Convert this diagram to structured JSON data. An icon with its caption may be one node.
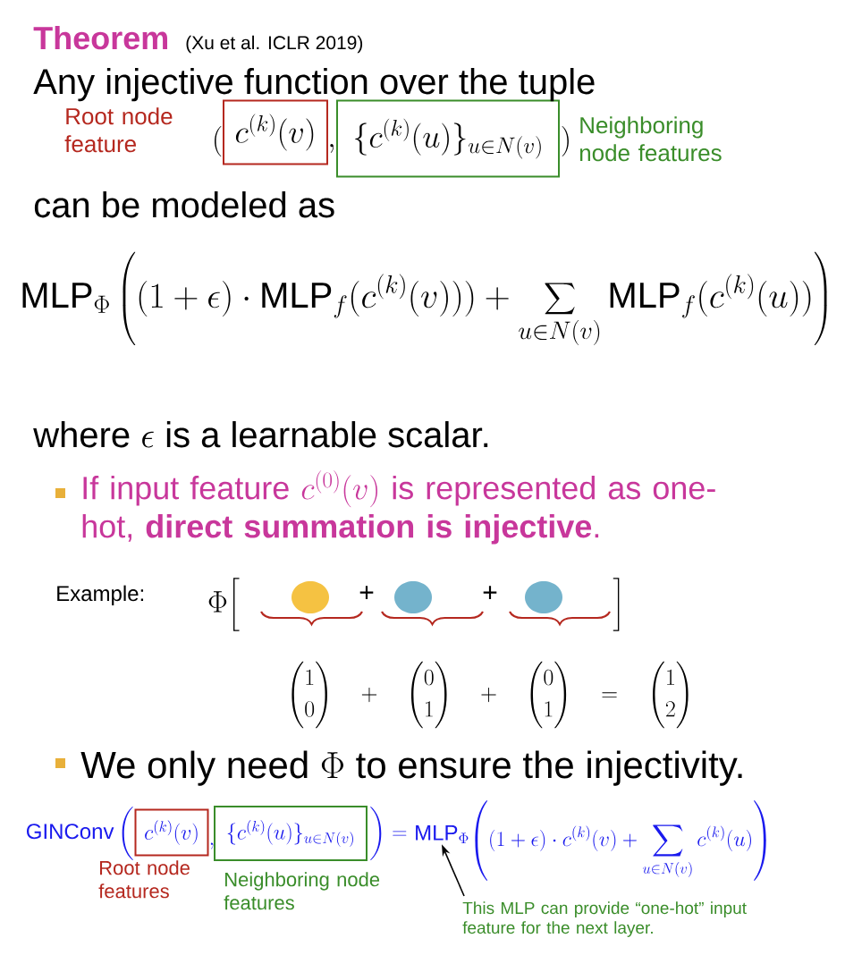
{
  "diagram": {
    "title": "Theorem",
    "nodes": [
      {
        "text": [
          "c^{(k)}(v)"
        ],
        "beside": [
          "Root node feature"
        ]
      },
      {
        "text": [
          "\\{c^{(k)}(u)\\}_{u\\in N(v)}"
        ],
        "beside": [
          "Neighboring node features"
        ]
      },
      {
        "text": [],
        "shape": "circle"
      },
      {
        "text": [],
        "shape": "circle"
      },
      {
        "text": [],
        "shape": "circle"
      },
      {
        "text": [
          "c^{(k)}(v)"
        ],
        "beside": [
          "Root node features"
        ]
      },
      {
        "text": [
          "\\{c^{(k)}(u)\\}_{u\\in N(v)}"
        ],
        "beside": [
          "Neighboring node features"
        ]
      },
      {
        "text": [
          "\\mathrm{MLP}_{\\Phi}"
        ]
      },
      {
        "text": [
          "This MLP can provide “one-hot” input feature for the next layer."
        ]
      }
    ],
    "edges": [
      {
        "from": 8,
        "to": 7,
        "arrow": "to"
      }
    ],
    "labels": [
      "(Xu et al. ICLR 2019)",
      "Any injective function over the tuple",
      "(",
      ",",
      ")",
      "can be modeled as",
      "\\mathrm{MLP}_{\\Phi}\\left((1+\\epsilon)\\cdot\\mathrm{MLP}_f(c^{(k)}(v)))+\\sum_{u\\in N(v)}\\mathrm{MLP}_f(c^{(k)}(u))\\right)",
      "where",
      "\\epsilon",
      "is a learnable scalar.",
      "If input feature",
      "c^{(0)}(v)",
      "is represented as one-hot, **direct summation is injective**.",
      "Example:",
      "\\Phi\\Big[",
      "+",
      "+",
      "\\Big]",
      "\\binom{1}{0}\\quad+\\quad\\binom{0}{1}\\quad+\\quad\\binom{0}{1}\\quad=\\quad\\binom{1}{2}",
      "We only need",
      "\\Phi",
      "to ensure the injectivity.",
      "\\mathrm{GINConv}\\,\\bigg(",
      ",",
      "\\bigg)=",
      "\\left((1+\\epsilon)\\cdot c^{(k)}(v)+\\sum_{u\\in N(v)}c^{(k)}(u)\\right)"
    ]
  }
}
